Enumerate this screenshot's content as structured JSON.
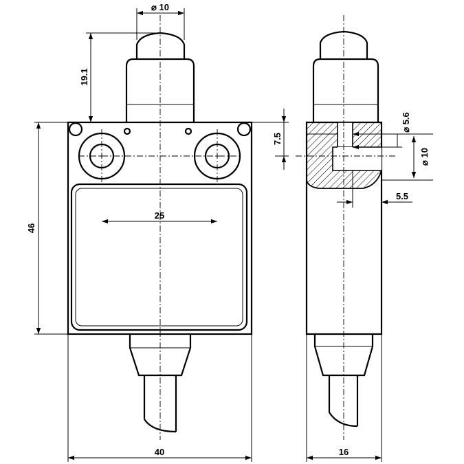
{
  "dimensions": {
    "plunger_diameter": "⌀ 10",
    "plunger_height": "19.1",
    "body_height": "46",
    "hole_offset": "7.5",
    "hole_spacing": "25",
    "body_width": "40",
    "body_depth": "16",
    "counterbore_diameter": "⌀ 5.6",
    "bore_diameter": "⌀ 10",
    "bore_depth": "5.5"
  },
  "colors": {
    "line": "#000000",
    "background": "#ffffff"
  }
}
